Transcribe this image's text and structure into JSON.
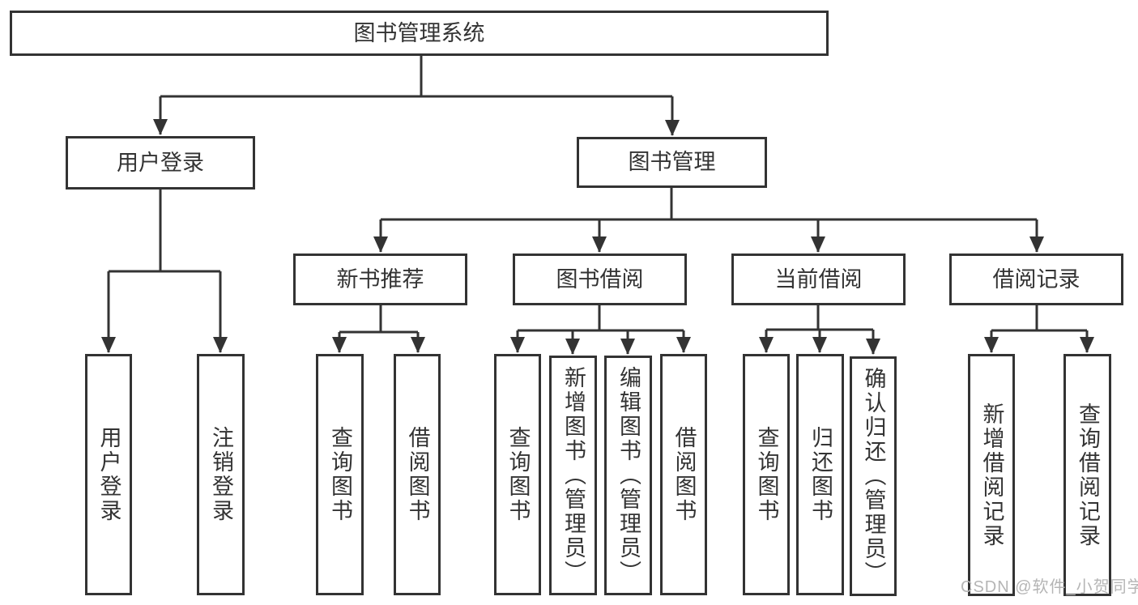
{
  "diagram": {
    "title": "图书管理系统",
    "tree": {
      "label": "图书管理系统",
      "children": [
        {
          "label": "用户登录",
          "children": [
            {
              "label": "用户登录"
            },
            {
              "label": "注销登录"
            }
          ]
        },
        {
          "label": "图书管理",
          "children": [
            {
              "label": "新书推荐",
              "children": [
                {
                  "label": "查询图书"
                },
                {
                  "label": "借阅图书"
                }
              ]
            },
            {
              "label": "图书借阅",
              "children": [
                {
                  "label": "查询图书"
                },
                {
                  "label": "新增图书（管理员）"
                },
                {
                  "label": "编辑图书（管理员）"
                },
                {
                  "label": "借阅图书"
                }
              ]
            },
            {
              "label": "当前借阅",
              "children": [
                {
                  "label": "查询图书"
                },
                {
                  "label": "归还图书"
                },
                {
                  "label": "确认归还（管理员）"
                }
              ]
            },
            {
              "label": "借阅记录",
              "children": [
                {
                  "label": "新增借阅记录"
                },
                {
                  "label": "查询借阅记录"
                }
              ]
            }
          ]
        }
      ]
    },
    "colors": {
      "line": "#333333",
      "box_border": "#333333",
      "text": "#333333",
      "watermark": "#b5b5b5",
      "background": "#ffffff"
    }
  },
  "watermark": {
    "text": "CSDN @软件_小贺同学"
  }
}
